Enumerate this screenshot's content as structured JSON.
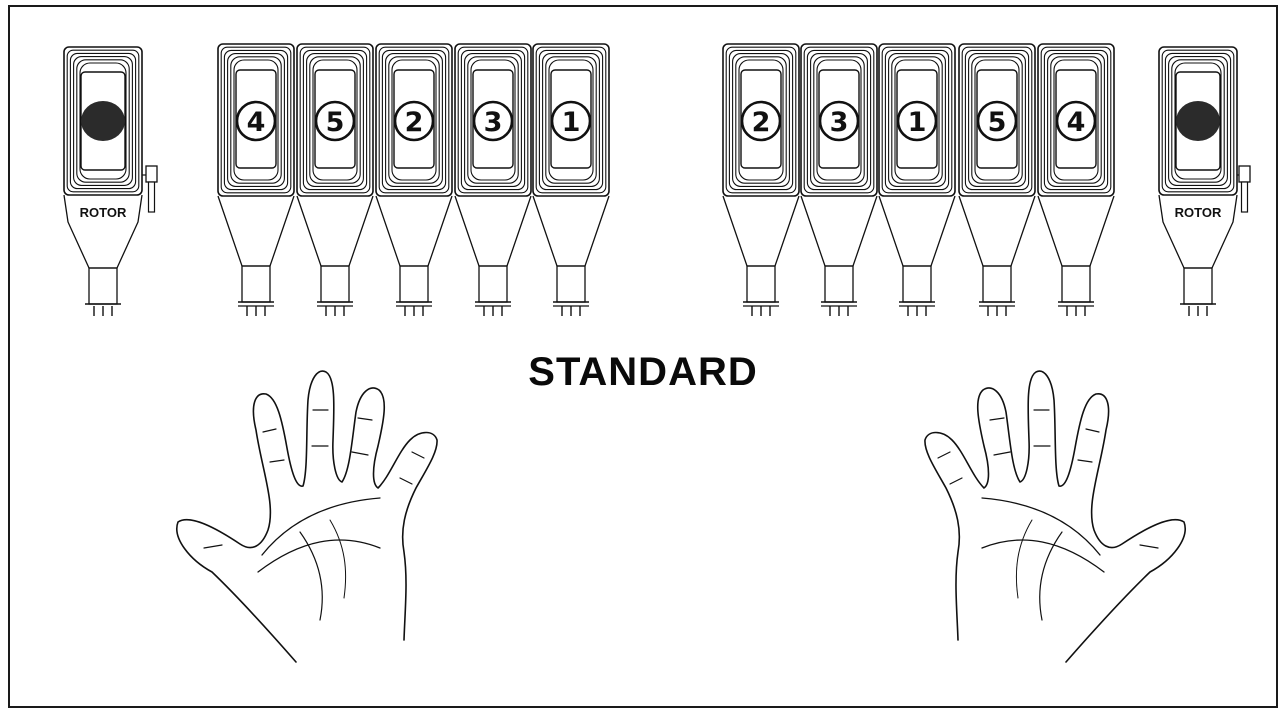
{
  "title": "STANDARD",
  "rotor_label": "ROTOR",
  "left_keys": [
    "4",
    "5",
    "2",
    "3",
    "1"
  ],
  "right_keys": [
    "2",
    "3",
    "1",
    "5",
    "4"
  ],
  "colors": {
    "ink": "#111111",
    "background": "#ffffff",
    "rotor_dot": "#2b2b2b"
  }
}
